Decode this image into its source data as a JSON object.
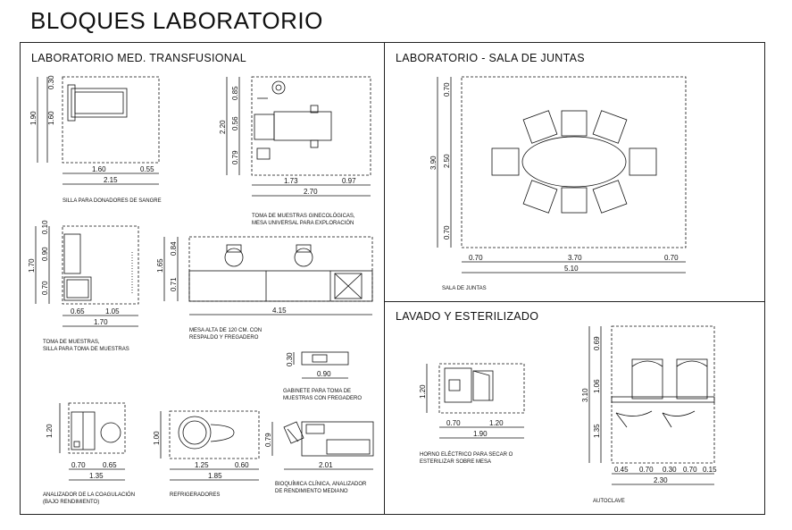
{
  "title": "BLOQUES LABORATORIO",
  "sections": {
    "transfusional": "LABORATORIO MED. TRANSFUSIONAL",
    "juntas": "LABORATORIO - SALA DE JUNTAS",
    "lavado": "LAVADO Y ESTERILIZADO"
  },
  "captions": {
    "silla_l1": "SILLA PARA DONADORES DE SANGRE",
    "toma_gin_l1": "TOMA DE MUESTRAS GINECOLÓGICAS,",
    "toma_gin_l2": "MESA UNIVERSAL PARA EXPLORACIÓN",
    "toma_l1": "TOMA DE MUESTRAS,",
    "toma_l2": "SILLA PARA TOMA DE MUESTRAS",
    "mesa_l1": "MESA ALTA DE 120 CM. CON",
    "mesa_l2": "RESPALDO Y FREGADERO",
    "gabinete_l1": "GABINETE PARA TOMA DE",
    "gabinete_l2": "MUESTRAS CON FREGADERO",
    "analizador_l1": "ANALIZADOR DE LA COAGULACIÓN",
    "analizador_l2": "(BAJO RENDIMIENTO)",
    "refrig_l1": "REFRIGERADORES",
    "bioq_l1": "BIOQUÍMICA CLÍNICA, ANALIZADOR",
    "bioq_l2": "DE RENDIMIENTO MEDIANO",
    "sala_l1": "SALA DE JUNTAS",
    "horno_l1": "HORNO ELÉCTRICO PARA SECAR O",
    "horno_l2": "ESTERILIZAR SOBRE MESA",
    "autoclave_l1": "AUTOCLAVE"
  },
  "dims": {
    "d_190": "1.90",
    "d_030a": "0.30",
    "d_160v": "1.60",
    "d_160": "1.60",
    "d_055": "0.55",
    "d_215": "2.15",
    "d_220": "2.20",
    "d_085": "0.85",
    "d_056": "0.56",
    "d_079a": "0.79",
    "d_173": "1.73",
    "d_097": "0.97",
    "d_270": "2.70",
    "d_170v": "1.70",
    "d_010": "0.10",
    "d_090": "0.90",
    "d_070v": "0.70",
    "d_065": "0.65",
    "d_105": "1.05",
    "d_170": "1.70",
    "d_165": "1.65",
    "d_084": "0.84",
    "d_071": "0.71",
    "d_415": "4.15",
    "d_030b": "0.30",
    "d_090b": "0.90",
    "d_120a": "1.20",
    "d_070a": "0.70",
    "d_065b": "0.65",
    "d_135": "1.35",
    "d_100": "1.00",
    "d_125": "1.25",
    "d_060": "0.60",
    "d_185": "1.85",
    "d_079b": "0.79",
    "d_201": "2.01",
    "d_390": "3.90",
    "d_070t": "0.70",
    "d_250": "2.50",
    "d_070bv": "0.70",
    "d_070l": "0.70",
    "d_370": "3.70",
    "d_070r": "0.70",
    "d_510": "5.10",
    "d_120h": "1.20",
    "d_070h": "0.70",
    "d_120hb": "1.20",
    "d_190h": "1.90",
    "d_310": "3.10",
    "d_069": "0.69",
    "d_106": "1.06",
    "d_135v": "1.35",
    "d_045": "0.45",
    "d_070c": "0.70",
    "d_030c": "0.30",
    "d_070d": "0.70",
    "d_015": "0.15",
    "d_230": "2.30"
  }
}
